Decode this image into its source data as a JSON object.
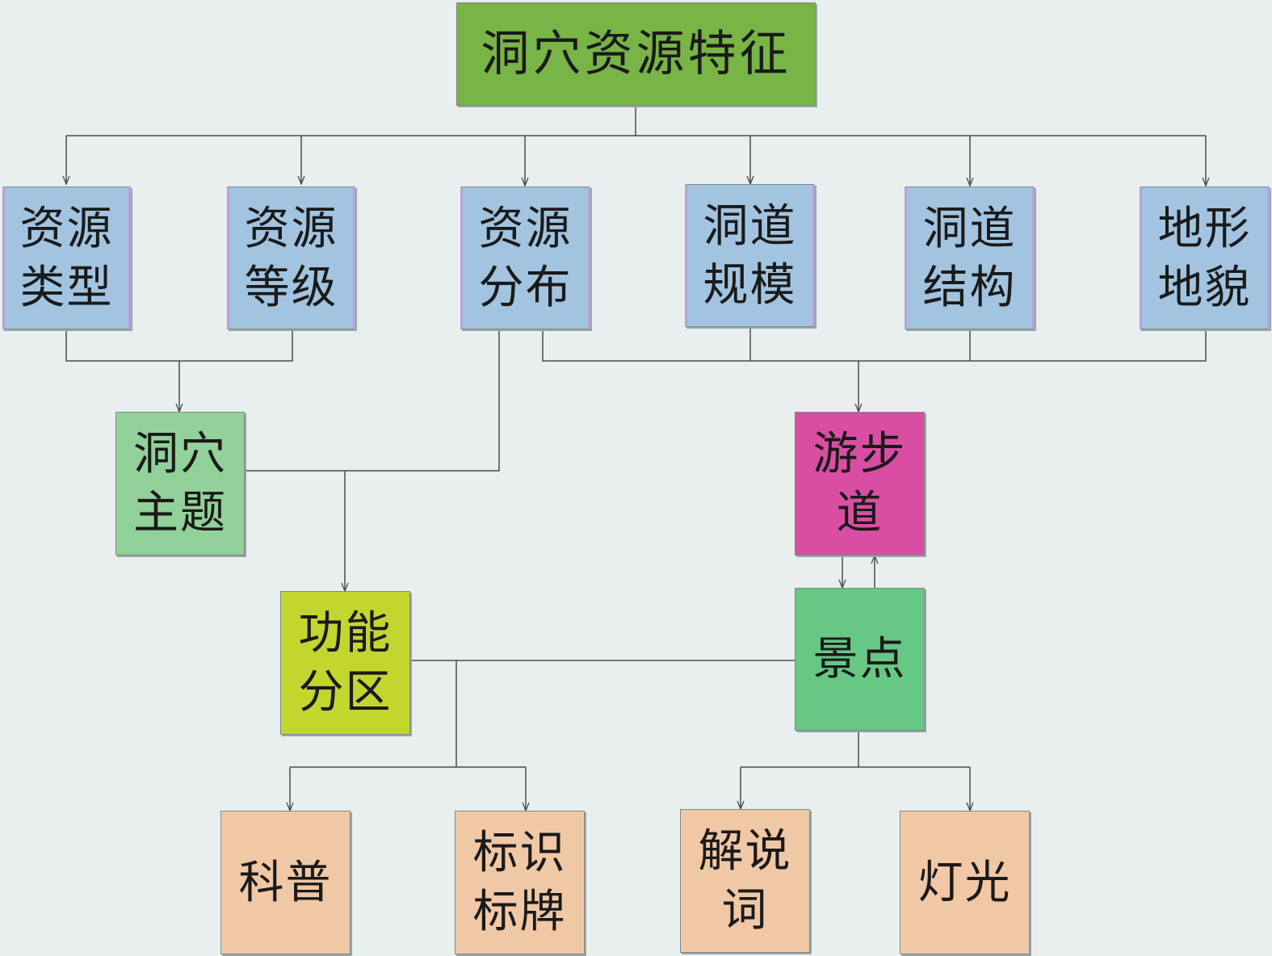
{
  "colors": {
    "background": "#e9efef",
    "root": "#78b446",
    "features": "#a2c4e0",
    "theme": "#92d19a",
    "walkway": "#d94ea3",
    "zoning": "#c3d62e",
    "spot": "#67c785",
    "leaves": "#f1c8a6",
    "lines": "#4a4a4a"
  },
  "root": {
    "text": "洞穴资源特征"
  },
  "features": [
    {
      "line1": "资源",
      "line2": "类型"
    },
    {
      "line1": "资源",
      "line2": "等级"
    },
    {
      "line1": "资源",
      "line2": "分布"
    },
    {
      "line1": "洞道",
      "line2": "规模"
    },
    {
      "line1": "洞道",
      "line2": "结构"
    },
    {
      "line1": "地形",
      "line2": "地貌"
    }
  ],
  "theme": {
    "line1": "洞穴",
    "line2": "主题"
  },
  "walkway": {
    "line1": "游步",
    "line2": "道"
  },
  "zoning": {
    "line1": "功能",
    "line2": "分区"
  },
  "spot": {
    "text": "景点"
  },
  "leaves": [
    {
      "line1": "科普",
      "line2": ""
    },
    {
      "line1": "标识",
      "line2": "标牌"
    },
    {
      "line1": "解说",
      "line2": "词"
    },
    {
      "line1": "灯光",
      "line2": ""
    }
  ]
}
